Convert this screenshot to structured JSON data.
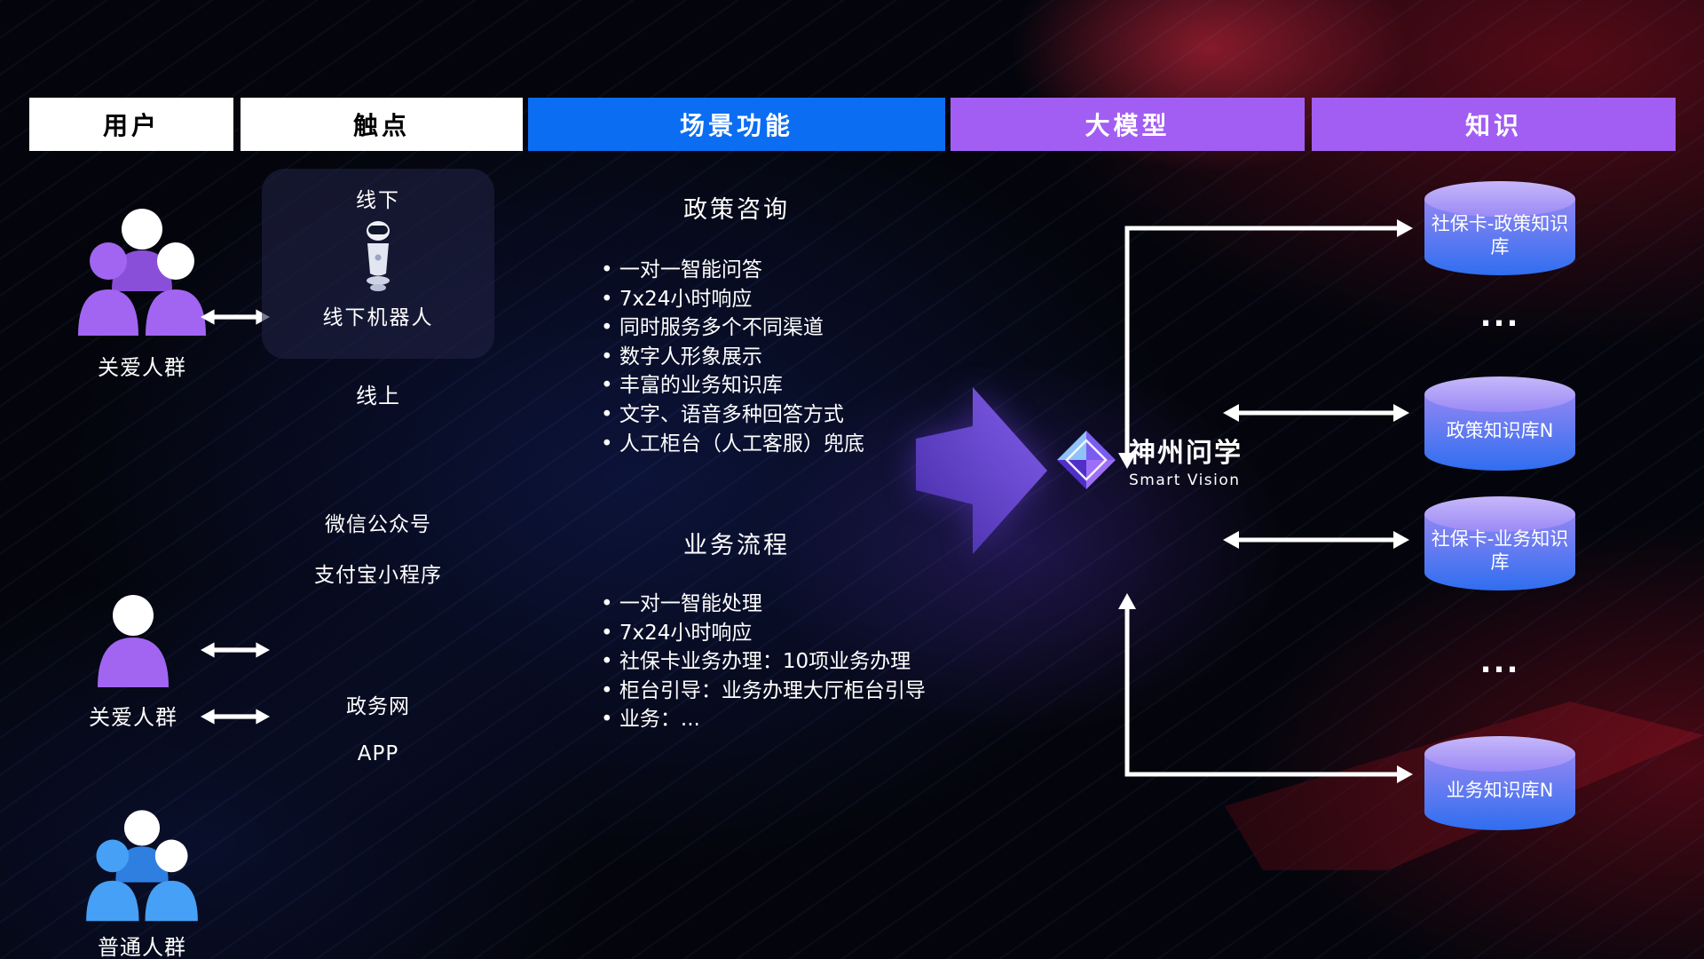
{
  "headers": [
    {
      "label": "用户",
      "variant": "white"
    },
    {
      "label": "触点",
      "variant": "white"
    },
    {
      "label": "场景功能",
      "variant": "blue"
    },
    {
      "label": "大模型",
      "variant": "purple"
    },
    {
      "label": "知识",
      "variant": "purple"
    }
  ],
  "users": [
    {
      "label": "关爱人群",
      "icon": "group-people-purple"
    },
    {
      "label": "关爱人群",
      "icon": "single-person-purple"
    },
    {
      "label": "普通人群",
      "icon": "group-people-blue"
    }
  ],
  "touchpoints": {
    "offline": {
      "title": "线下",
      "robot_label": "线下机器人"
    },
    "online_title": "线上",
    "items": [
      "微信公众号",
      "支付宝小程序",
      "政务网",
      "APP"
    ]
  },
  "scenario": {
    "policy": {
      "title": "政策咨询",
      "items": [
        "一对一智能问答",
        "7x24小时响应",
        "同时服务多个不同渠道",
        "数字人形象展示",
        "丰富的业务知识库",
        "文字、语音多种回答方式",
        "人工柜台（人工客服）兜底"
      ]
    },
    "process": {
      "title": "业务流程",
      "items": [
        "一对一智能处理",
        "7x24小时响应",
        "社保卡业务办理：10项业务办理",
        "柜台引导：业务办理大厅柜台引导",
        "业务：..."
      ]
    }
  },
  "model": {
    "name": "神州问学",
    "subtitle": "Smart Vision"
  },
  "knowledge": {
    "databases": [
      {
        "label": "社保卡-政策知识库"
      },
      {
        "label": "政策知识库N"
      },
      {
        "label": "社保卡-业务知识库"
      },
      {
        "label": "业务知识库N"
      }
    ],
    "ellipsis": "..."
  },
  "colors": {
    "scenario_header_bg": "#0b6df2",
    "model_header_bg": "#a25ef2",
    "knowledge_header_bg": "#a25ef2",
    "user_header_bg": "#ffffff",
    "accent_purple": "#a265f2",
    "accent_blue": "#46a0f5",
    "connector_arrows": "#ffffff",
    "db_gradient_top": "#b5a4f8",
    "db_gradient_bottom": "#2f6ef0"
  }
}
